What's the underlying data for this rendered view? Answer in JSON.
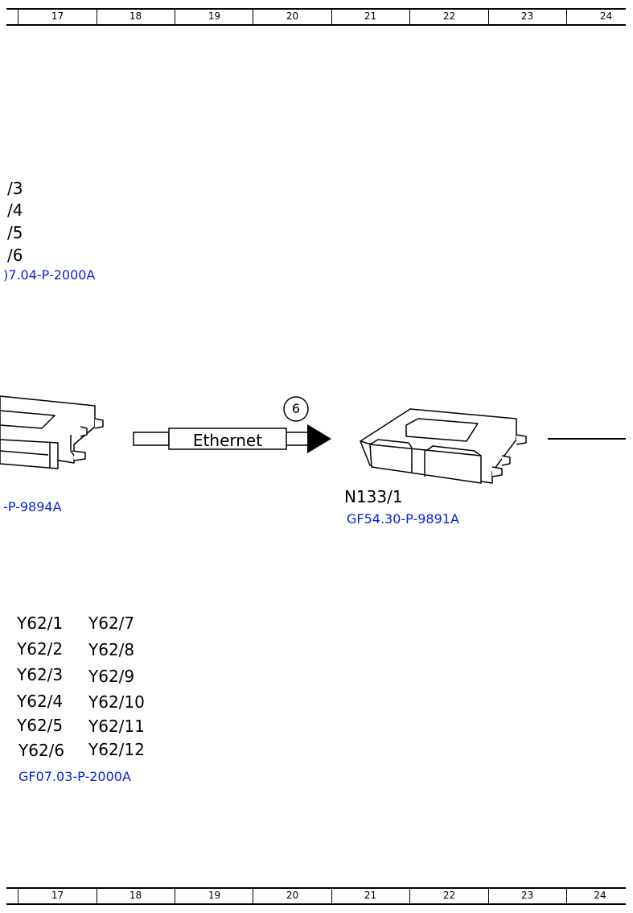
{
  "ruler": {
    "numbers": [
      "17",
      "18",
      "19",
      "20",
      "21",
      "22",
      "23",
      "24"
    ]
  },
  "left_top_labels": [
    "/3",
    "/4",
    "/5",
    "/6"
  ],
  "left_top_link": ")7.04-P-2000A",
  "left_module_link": "-P-9894A",
  "ethernet": {
    "label": "Ethernet",
    "callout": "6"
  },
  "module_right": {
    "label": "N133/1",
    "link": "GF54.30-P-9891A"
  },
  "valves": {
    "col1": [
      "Y62/1",
      "Y62/2",
      "Y62/3",
      "Y62/4",
      "Y62/5",
      "Y62/6"
    ],
    "col2": [
      "Y62/7",
      "Y62/8",
      "Y62/9",
      "Y62/10",
      "Y62/11",
      "Y62/12"
    ],
    "link": "GF07.03-P-2000A"
  }
}
